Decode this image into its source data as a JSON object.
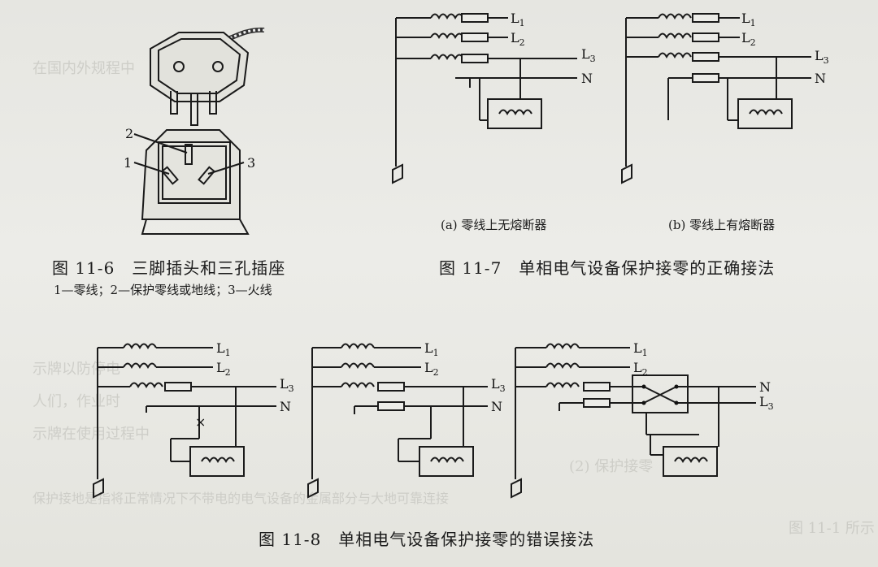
{
  "fig_11_6": {
    "caption": "图 11-6　三脚插头和三孔插座",
    "legend": "1—零线；2—保护零线或地线；3—火线",
    "callouts": [
      "1",
      "2",
      "3"
    ]
  },
  "fig_11_7": {
    "caption": "图 11-7　单相电气设备保护接零的正确接法",
    "sub_a": "(a) 零线上无熔断器",
    "sub_b": "(b) 零线上有熔断器"
  },
  "fig_11_8": {
    "caption": "图 11-8　单相电气设备保护接零的错误接法"
  },
  "line_labels": {
    "L": "L",
    "N": "N",
    "sub1": "1",
    "sub2": "2",
    "sub3": "3"
  },
  "background_text": {
    "line1": "在国内外规程中",
    "line2": "示牌以防停电",
    "line3": "人们，作业时",
    "line4": "示牌在使用过程中",
    "line5": "(2) 保护接零",
    "line6": "保护接地是指将正常情况下不带电的电气设备的金属部分与大地可靠连接",
    "line7": "图 11-1 所示"
  }
}
